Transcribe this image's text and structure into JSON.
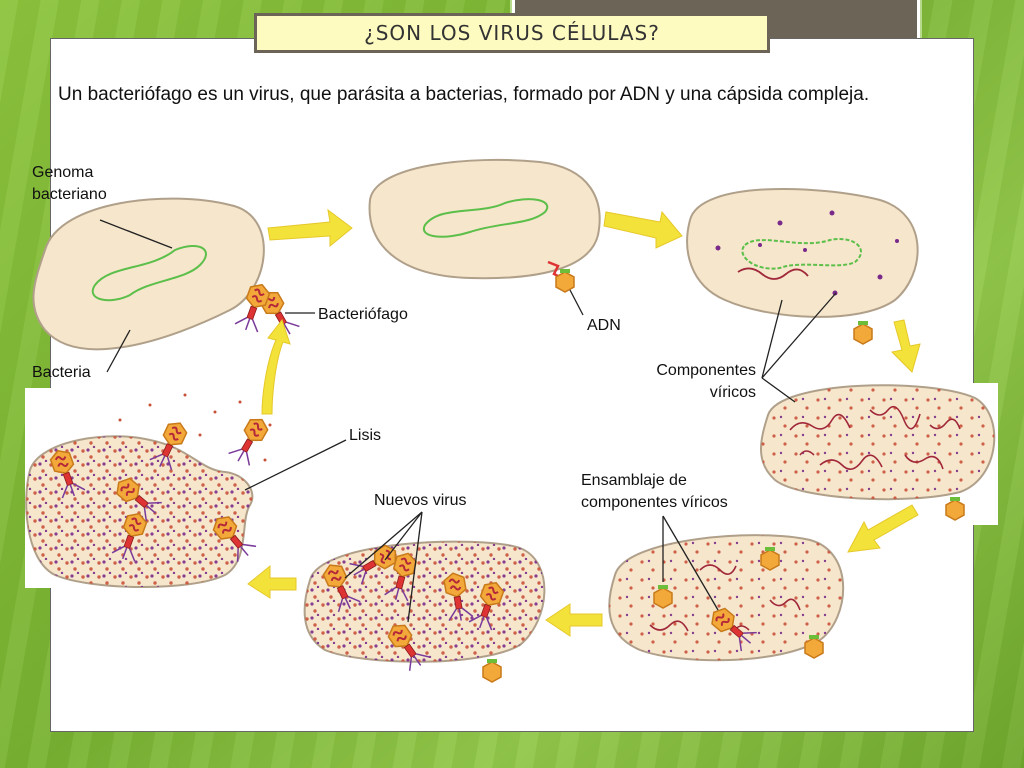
{
  "slide": {
    "title": "¿SON LOS VIRUS CÉLULAS?",
    "subtitle": "Un bacteriófago es un virus, que parásita a bacterias, formado por ADN y una cápsida compleja."
  },
  "labels": {
    "genoma_line1": "Genoma",
    "genoma_line2": "bacteriano",
    "bacteria": "Bacteria",
    "bacteriofago": "Bacteriófago",
    "adn": "ADN",
    "componentes_line1": "Componentes",
    "componentes_line2": "víricos",
    "lisis": "Lisis",
    "nuevos_virus": "Nuevos virus",
    "ensamblaje_line1": "Ensamblaje de",
    "ensamblaje_line2": "componentes víricos"
  },
  "colors": {
    "cell_fill": "#f6e6cc",
    "cell_stroke": "#b0a08a",
    "genome": "#5cbf4a",
    "arrow": "#f2e23a",
    "viral_dna": "#a0283a",
    "protein_dots": "#7a2a8a",
    "capsid": "#f3a93a"
  }
}
